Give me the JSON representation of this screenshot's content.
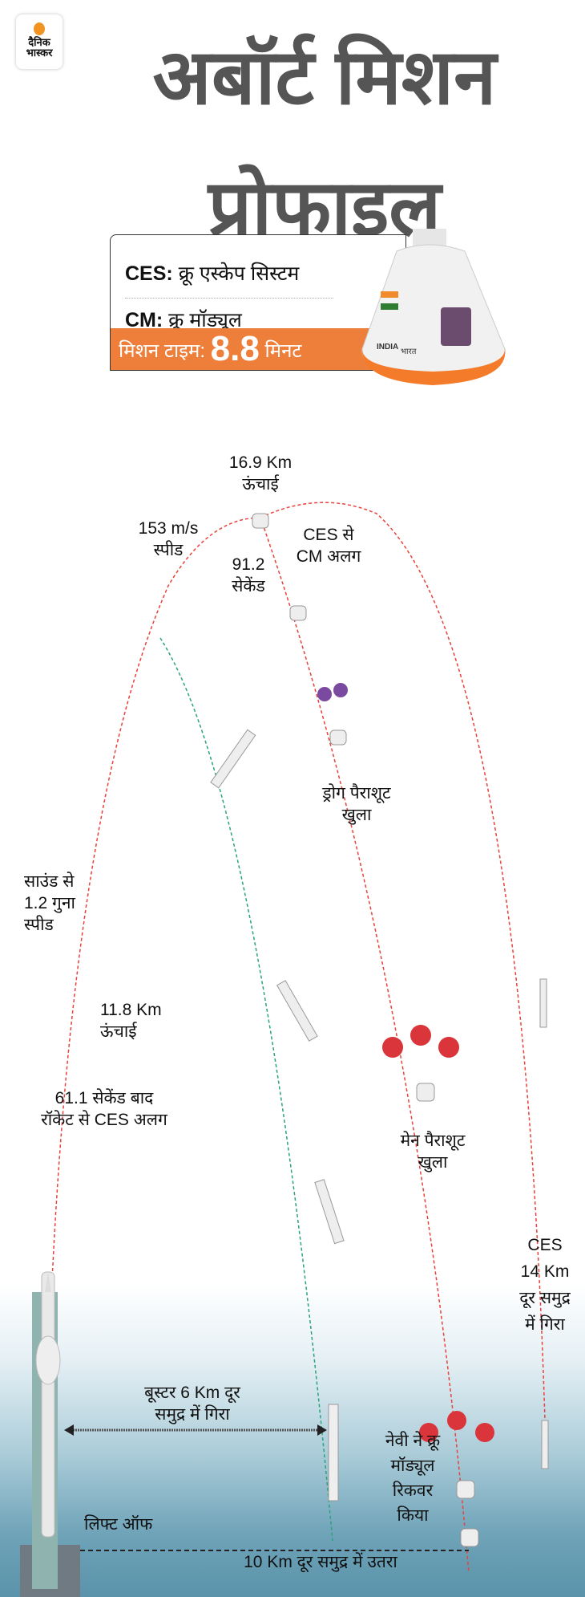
{
  "brand": {
    "logo_line1": "दैनिक",
    "logo_line2": "भास्कर"
  },
  "title": {
    "line1": "अबॉर्ट मिशन",
    "line2": "प्रोफाइल"
  },
  "legend": {
    "ces_key": "CES:",
    "ces_value": "क्रू एस्केप सिस्टम",
    "cm_key": "CM:",
    "cm_value": "क्रू मॉड्यूल",
    "mission_time_label": "मिशन टाइम:",
    "mission_time_value": "8.8",
    "mission_time_unit": "मिनट"
  },
  "capsule_text": {
    "india": "INDIA",
    "bharat": "भारत"
  },
  "annotations": {
    "peak_altitude": [
      "16.9 Km",
      "ऊंचाई"
    ],
    "speed": [
      "153 m/s",
      "स्पीड"
    ],
    "separation": [
      "CES से",
      "CM अलग"
    ],
    "time": [
      "91.2",
      "सेकेंड"
    ],
    "drogue": [
      "ड्रोग पैराशूट",
      "खुला"
    ],
    "sound": [
      "साउंड से",
      "1.2 गुना",
      "स्पीड"
    ],
    "altitude": [
      "11.8 Km",
      "ऊंचाई"
    ],
    "ces_sep": [
      "61.1 सेकेंड बाद",
      "रॉकेट से CES अलग"
    ],
    "main_chute": [
      "मेन पैराशूट",
      "खुला"
    ],
    "ces_fall": [
      "CES",
      "14 Km",
      "दूर समुद्र",
      "में गिरा"
    ],
    "booster": [
      "बूस्टर 6 Km दूर",
      "समुद्र में गिरा"
    ],
    "navy": [
      "नेवी ने क्रू",
      "मॉड्यूल",
      "रिकवर",
      "किया"
    ],
    "liftoff": "लिफ्ट ऑफ",
    "splashdown": "10 Km दूर समुद्र में उतरा"
  },
  "colors": {
    "accent": "#ee7f3b",
    "title": "#555555",
    "trajectory": "#e8423b",
    "booster_path": "#2aa37a"
  }
}
